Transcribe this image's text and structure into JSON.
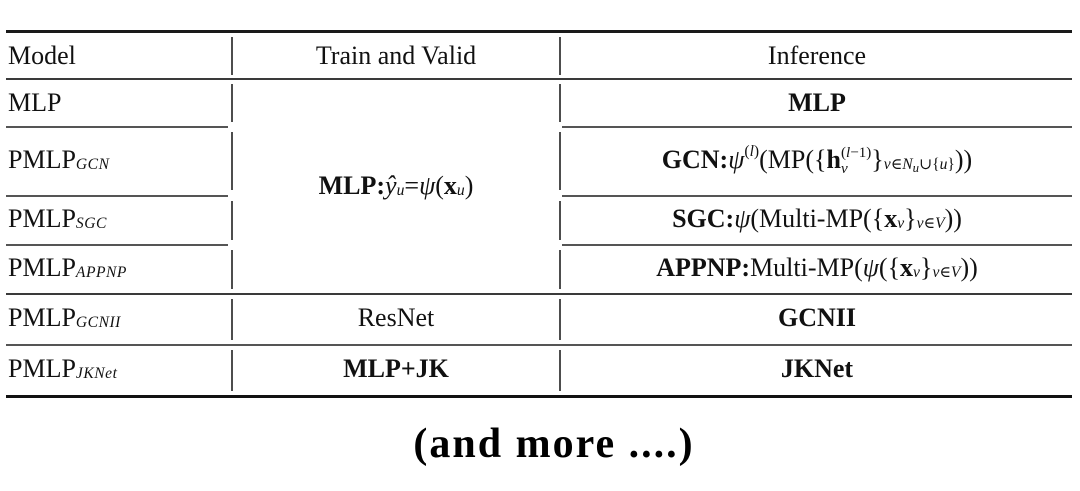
{
  "page": {
    "background": "#ffffff",
    "text_color": "#111111",
    "rule_color": "#3a3a3a",
    "caption": "(and more ....)"
  },
  "table": {
    "headers": {
      "model": "Model",
      "train": "Train and Valid",
      "inference": "Inference"
    },
    "shared_train_formula_html": "<b>MLP:</b> <i>ŷ</i><sub><i>u</i></sub> = <i>ψ</i>(<b>x</b><sub><i>u</i></sub>)",
    "rows": [
      {
        "model_html": "MLP",
        "inference_html": "<b>MLP</b>"
      },
      {
        "model_html": "PMLP<sub class='ms'><i>GCN</i></sub>",
        "inference_html": "<b>GCN:</b> <i>ψ</i><sup>(<i>l</i>)</sup>(MP({<b>h</b><span class='ss'><span>(<i>l</i>−1)</span><span><i>v</i></span></span>}<sub><i>v</i>∈<i>N</i><sub><i>u</i></sub>∪{<i>u</i>}</sub>))"
      },
      {
        "model_html": "PMLP<sub class='ms'><i>SGC</i></sub>",
        "inference_html": "<b>SGC:</b> <i>ψ</i>(Multi-MP({<b>x</b><sub><i>v</i></sub>}<sub><i>v</i>∈<i>V</i></sub>))"
      },
      {
        "model_html": "PMLP<sub class='ms'><i>APPNP</i></sub>",
        "inference_html": "<b>APPNP:</b> Multi-MP(<i>ψ</i>({<b>x</b><sub><i>v</i></sub>}<sub><i>v</i>∈<i>V</i></sub>))"
      },
      {
        "model_html": "PMLP<sub class='ms'><i>GCNII</i></sub>",
        "train_html": "ResNet",
        "inference_html": "<b>GCNII</b>"
      },
      {
        "model_html": "PMLP<sub class='ms'><i>JKNet</i></sub>",
        "train_html": "<b>MLP+JK</b>",
        "inference_html": "<b>JKNet</b>"
      }
    ]
  }
}
